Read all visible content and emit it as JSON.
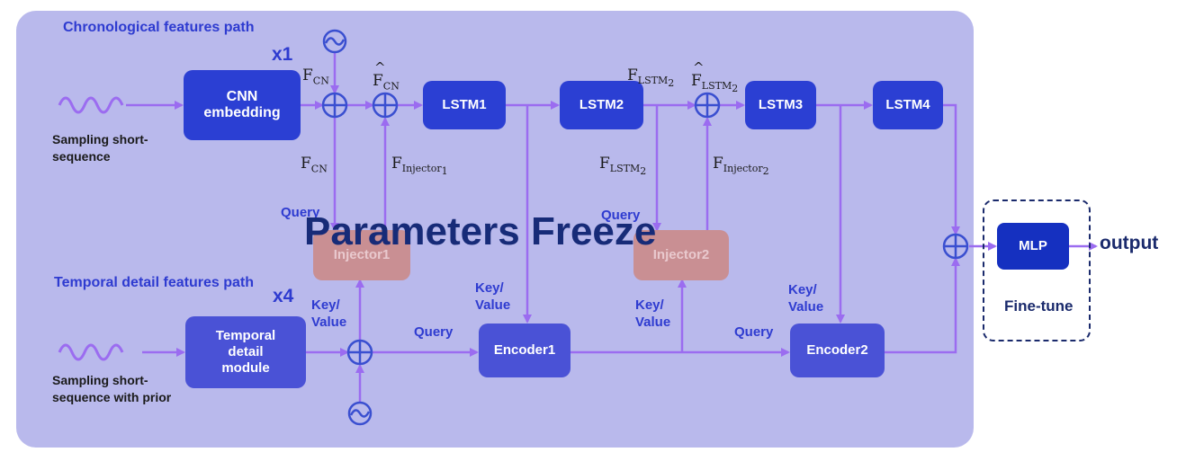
{
  "colors": {
    "panel": "#b9b9ec",
    "dark_box": "#2b3fd3",
    "mid_box": "#4a52d6",
    "injector": "#c98f93",
    "arrow": "#9b6cf0",
    "circle": "#3a4fd0",
    "text_blue": "#2e3bd0",
    "text_dark": "#1a2a6c",
    "freeze_text": "#172b78",
    "mlp_box": "#1530c0"
  },
  "labels": {
    "chrono_path": "Chronological features path",
    "temporal_path": "Temporal detail features path",
    "x1": "x1",
    "x4": "x4",
    "sampling1_line1": "Sampling short-",
    "sampling1_line2": "sequence",
    "sampling2_line1": "Sampling short-",
    "sampling2_line2": "sequence with prior",
    "freeze": "Parameters Freeze",
    "fine_tune": "Fine-tune",
    "output": "output",
    "query_left": "Query",
    "query_mid": "Query",
    "query_enc1": "Query",
    "query_enc2": "Query",
    "keyvalue_left_line1": "Key/",
    "keyvalue_left_line2": "Value",
    "keyvalue_enc1_line1": "Key/",
    "keyvalue_enc1_line2": "Value",
    "keyvalue_inj2_line1": "Key/",
    "keyvalue_inj2_line2": "Value",
    "keyvalue_enc2_line1": "Key/",
    "keyvalue_enc2_line2": "Value"
  },
  "math": {
    "F": "F",
    "sub_cn": "CN",
    "sub_lstm2": "LSTM",
    "sub_lstm2_idx": "2",
    "sub_injector": "Injector",
    "idx1": "1",
    "idx2": "2"
  },
  "blocks": {
    "cnn_line1": "CNN",
    "cnn_line2": "embedding",
    "lstm1": "LSTM1",
    "lstm2": "LSTM2",
    "lstm3": "LSTM3",
    "lstm4": "LSTM4",
    "temporal_line1": "Temporal",
    "temporal_line2": "detail",
    "temporal_line3": "module",
    "encoder1": "Encoder1",
    "encoder2": "Encoder2",
    "injector1": "Injector1",
    "injector2": "Injector2",
    "mlp": "MLP"
  }
}
